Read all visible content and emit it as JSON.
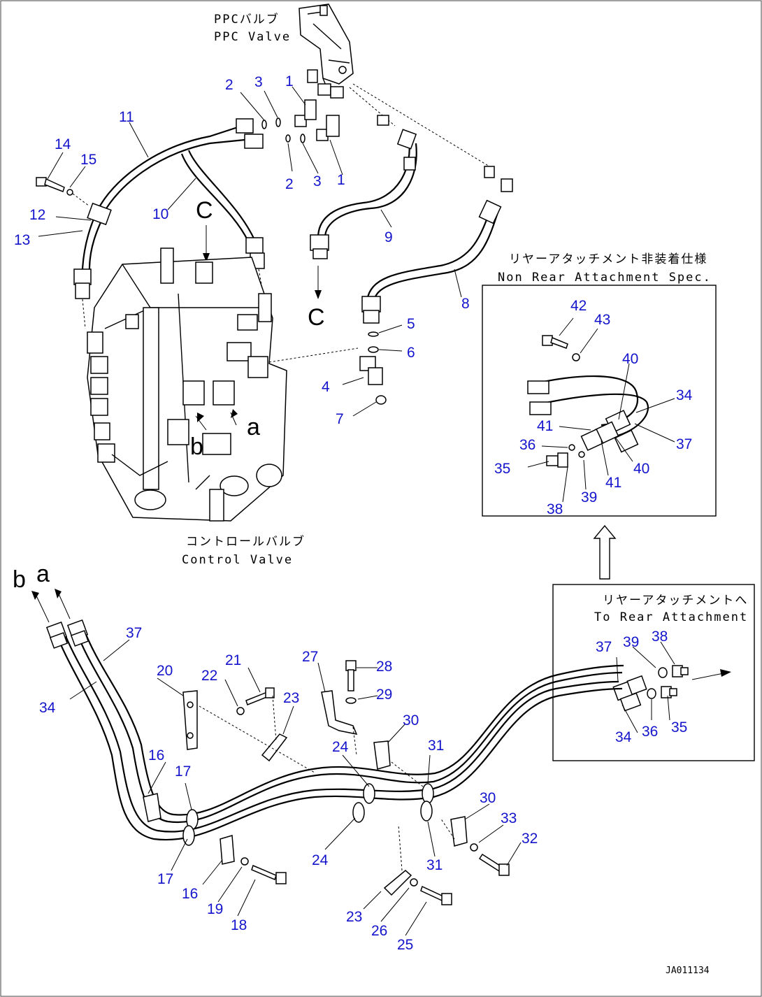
{
  "labels": {
    "ppc_valve_jp": "PPCバルブ",
    "ppc_valve_en": "PPC Valve",
    "control_valve_jp": "コントロールバルブ",
    "control_valve_en": "Control Valve",
    "non_rear_jp": "リヤーアタッチメント非装着仕様",
    "non_rear_en": "Non Rear Attachment Spec.",
    "to_rear_jp": "リヤーアタッチメントへ",
    "to_rear_en": "To Rear Attachment",
    "port_c_top": "C",
    "port_c_bottom": "C",
    "port_a_valve": "a",
    "port_b_valve": "b",
    "port_a_out": "a",
    "port_b_out": "b",
    "drawing_id": "JA011134"
  },
  "part_numbers": [
    {
      "id": "p1a",
      "text": "1"
    },
    {
      "id": "p1b",
      "text": "1"
    },
    {
      "id": "p2a",
      "text": "2"
    },
    {
      "id": "p2b",
      "text": "2"
    },
    {
      "id": "p3a",
      "text": "3"
    },
    {
      "id": "p3b",
      "text": "3"
    },
    {
      "id": "p4",
      "text": "4"
    },
    {
      "id": "p5",
      "text": "5"
    },
    {
      "id": "p6",
      "text": "6"
    },
    {
      "id": "p7",
      "text": "7"
    },
    {
      "id": "p8",
      "text": "8"
    },
    {
      "id": "p9",
      "text": "9"
    },
    {
      "id": "p10",
      "text": "10"
    },
    {
      "id": "p11",
      "text": "11"
    },
    {
      "id": "p12",
      "text": "12"
    },
    {
      "id": "p13",
      "text": "13"
    },
    {
      "id": "p14",
      "text": "14"
    },
    {
      "id": "p15",
      "text": "15"
    },
    {
      "id": "p16a",
      "text": "16"
    },
    {
      "id": "p16b",
      "text": "16"
    },
    {
      "id": "p17a",
      "text": "17"
    },
    {
      "id": "p17b",
      "text": "17"
    },
    {
      "id": "p18",
      "text": "18"
    },
    {
      "id": "p19",
      "text": "19"
    },
    {
      "id": "p20",
      "text": "20"
    },
    {
      "id": "p21",
      "text": "21"
    },
    {
      "id": "p22",
      "text": "22"
    },
    {
      "id": "p23a",
      "text": "23"
    },
    {
      "id": "p23b",
      "text": "23"
    },
    {
      "id": "p24a",
      "text": "24"
    },
    {
      "id": "p24b",
      "text": "24"
    },
    {
      "id": "p25",
      "text": "25"
    },
    {
      "id": "p26",
      "text": "26"
    },
    {
      "id": "p27",
      "text": "27"
    },
    {
      "id": "p28",
      "text": "28"
    },
    {
      "id": "p29",
      "text": "29"
    },
    {
      "id": "p30a",
      "text": "30"
    },
    {
      "id": "p30b",
      "text": "30"
    },
    {
      "id": "p31a",
      "text": "31"
    },
    {
      "id": "p31b",
      "text": "31"
    },
    {
      "id": "p32",
      "text": "32"
    },
    {
      "id": "p33",
      "text": "33"
    },
    {
      "id": "p34a",
      "text": "34"
    },
    {
      "id": "p34b",
      "text": "34"
    },
    {
      "id": "p34c",
      "text": "34"
    },
    {
      "id": "p35a",
      "text": "35"
    },
    {
      "id": "p35b",
      "text": "35"
    },
    {
      "id": "p36a",
      "text": "36"
    },
    {
      "id": "p36b",
      "text": "36"
    },
    {
      "id": "p37a",
      "text": "37"
    },
    {
      "id": "p37b",
      "text": "37"
    },
    {
      "id": "p37c",
      "text": "37"
    },
    {
      "id": "p38a",
      "text": "38"
    },
    {
      "id": "p38b",
      "text": "38"
    },
    {
      "id": "p39a",
      "text": "39"
    },
    {
      "id": "p39b",
      "text": "39"
    },
    {
      "id": "p40a",
      "text": "40"
    },
    {
      "id": "p40b",
      "text": "40"
    },
    {
      "id": "p41a",
      "text": "41"
    },
    {
      "id": "p41b",
      "text": "41"
    },
    {
      "id": "p42",
      "text": "42"
    },
    {
      "id": "p43",
      "text": "43"
    }
  ]
}
